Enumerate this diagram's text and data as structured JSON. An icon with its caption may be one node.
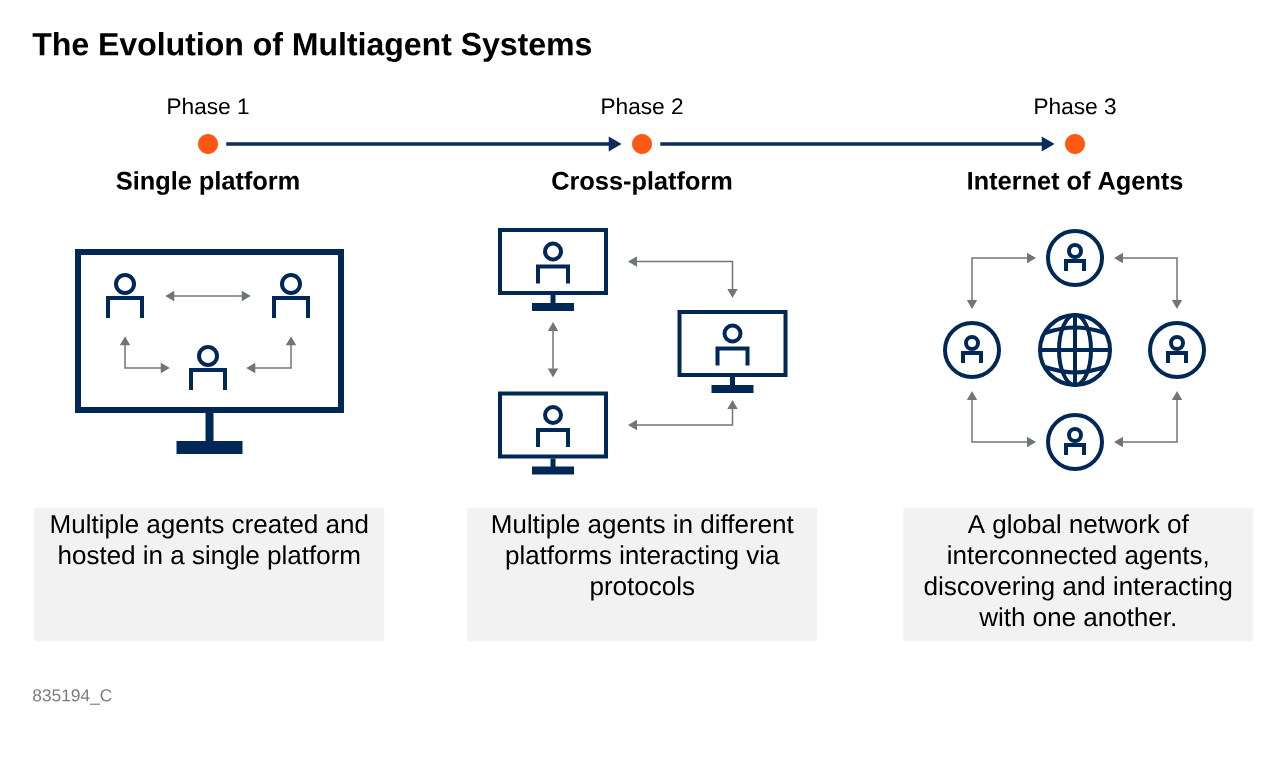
{
  "diagram": {
    "title": "The Evolution of Multiagent Systems",
    "nodes": [
      {
        "text": [],
        "shape": "circle",
        "beside": [
          "Phase 1",
          "Single platform"
        ]
      },
      {
        "text": [],
        "shape": "circle",
        "beside": [
          "Phase 2",
          "Cross-platform"
        ]
      },
      {
        "text": [],
        "shape": "circle",
        "beside": [
          "Phase 3",
          "Internet of Agents"
        ]
      },
      {
        "text": [],
        "shape": "box"
      },
      {
        "text": [],
        "shape": "person",
        "in": 3
      },
      {
        "text": [],
        "shape": "person",
        "in": 3
      },
      {
        "text": [],
        "shape": "person",
        "in": 3
      },
      {
        "text": [],
        "shape": "box"
      },
      {
        "text": [],
        "shape": "box"
      },
      {
        "text": [],
        "shape": "box"
      },
      {
        "text": [],
        "shape": "circle"
      },
      {
        "text": [],
        "shape": "circle"
      },
      {
        "text": [],
        "shape": "circle"
      },
      {
        "text": [],
        "shape": "circle"
      },
      {
        "text": [
          "Multiple agents created and hosted in a single platform"
        ]
      },
      {
        "text": [
          "Multiple agents in different platforms interacting via protocols"
        ]
      },
      {
        "text": [
          "A global network of interconnected agents, discovering and interacting with one another."
        ]
      }
    ],
    "edges": [
      {
        "from": 0,
        "to": 1,
        "arrow": "to",
        "style": "thick",
        "color": "#0b2d5b"
      },
      {
        "from": 1,
        "to": 2,
        "arrow": "to",
        "style": "thick",
        "color": "#0b2d5b"
      },
      {
        "from": 4,
        "to": 5,
        "arrow": "both"
      },
      {
        "from": 4,
        "to": 6,
        "arrow": "both"
      },
      {
        "from": 5,
        "to": 6,
        "arrow": "both"
      },
      {
        "from": 7,
        "to": 8,
        "arrow": "both"
      },
      {
        "from": 7,
        "to": 9,
        "arrow": "both"
      },
      {
        "from": 9,
        "to": 8,
        "arrow": "both"
      },
      {
        "from": 11,
        "to": 10,
        "arrow": "both"
      },
      {
        "from": 10,
        "to": 12,
        "arrow": "both"
      },
      {
        "from": 11,
        "to": 13,
        "arrow": "both"
      },
      {
        "from": 12,
        "to": 13,
        "arrow": "both"
      }
    ],
    "labels": [
      "835194_C"
    ]
  }
}
